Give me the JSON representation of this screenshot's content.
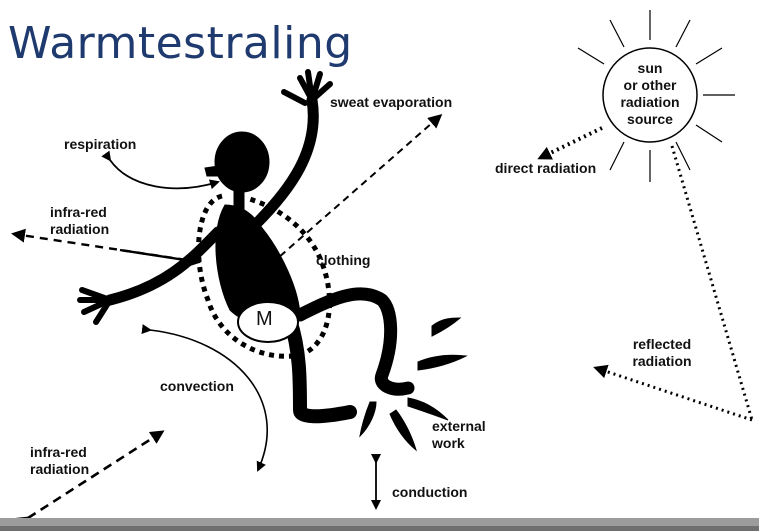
{
  "title": "Warmtestraling",
  "labels": {
    "sweat_evaporation": "sweat evaporation",
    "respiration": "respiration",
    "infrared_top": "infra-red\nradiation",
    "clothing": "clothing",
    "metabolism": "M",
    "convection": "convection",
    "infrared_bottom": "infra-red\nradiation",
    "external_work": "external\nwork",
    "conduction": "conduction",
    "sun": "sun\nor other\nradiation\nsource",
    "direct_radiation": "direct radiation",
    "reflected_radiation": "reflected\nradiation"
  },
  "colors": {
    "title": "#1f3a6e",
    "ink": "#000000",
    "ground": "#9c9c9c"
  }
}
